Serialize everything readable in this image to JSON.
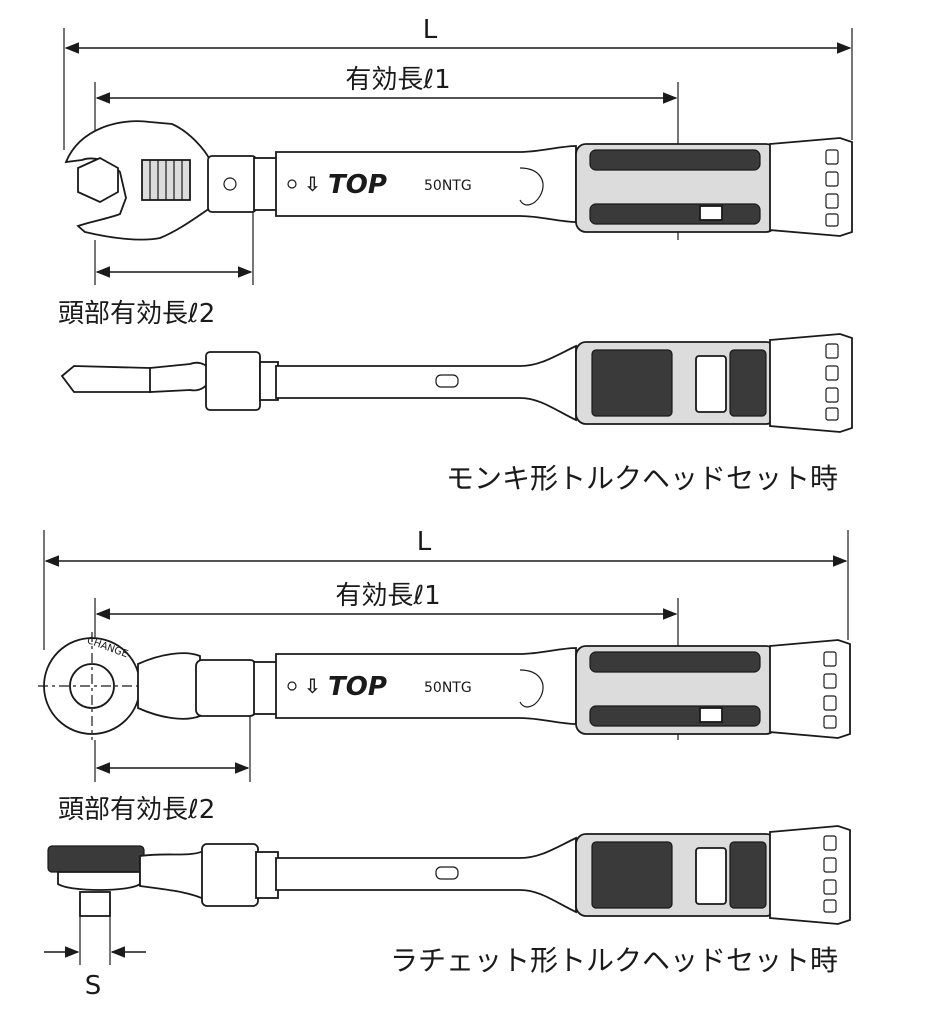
{
  "figure1": {
    "dim_L": "L",
    "dim_l1": "有効長ℓ1",
    "dim_l2": "頭部有効長ℓ2",
    "brand": "TOP",
    "model": "50NTG",
    "caption": "モンキ形トルクヘッドセット時"
  },
  "figure2": {
    "dim_L": "L",
    "dim_l1": "有効長ℓ1",
    "dim_l2": "頭部有効長ℓ2",
    "dim_S": "S",
    "brand": "TOP",
    "model": "50NTG",
    "ratchet_label": "CHANGE",
    "caption": "ラチェット形トルクヘッドセット時"
  }
}
